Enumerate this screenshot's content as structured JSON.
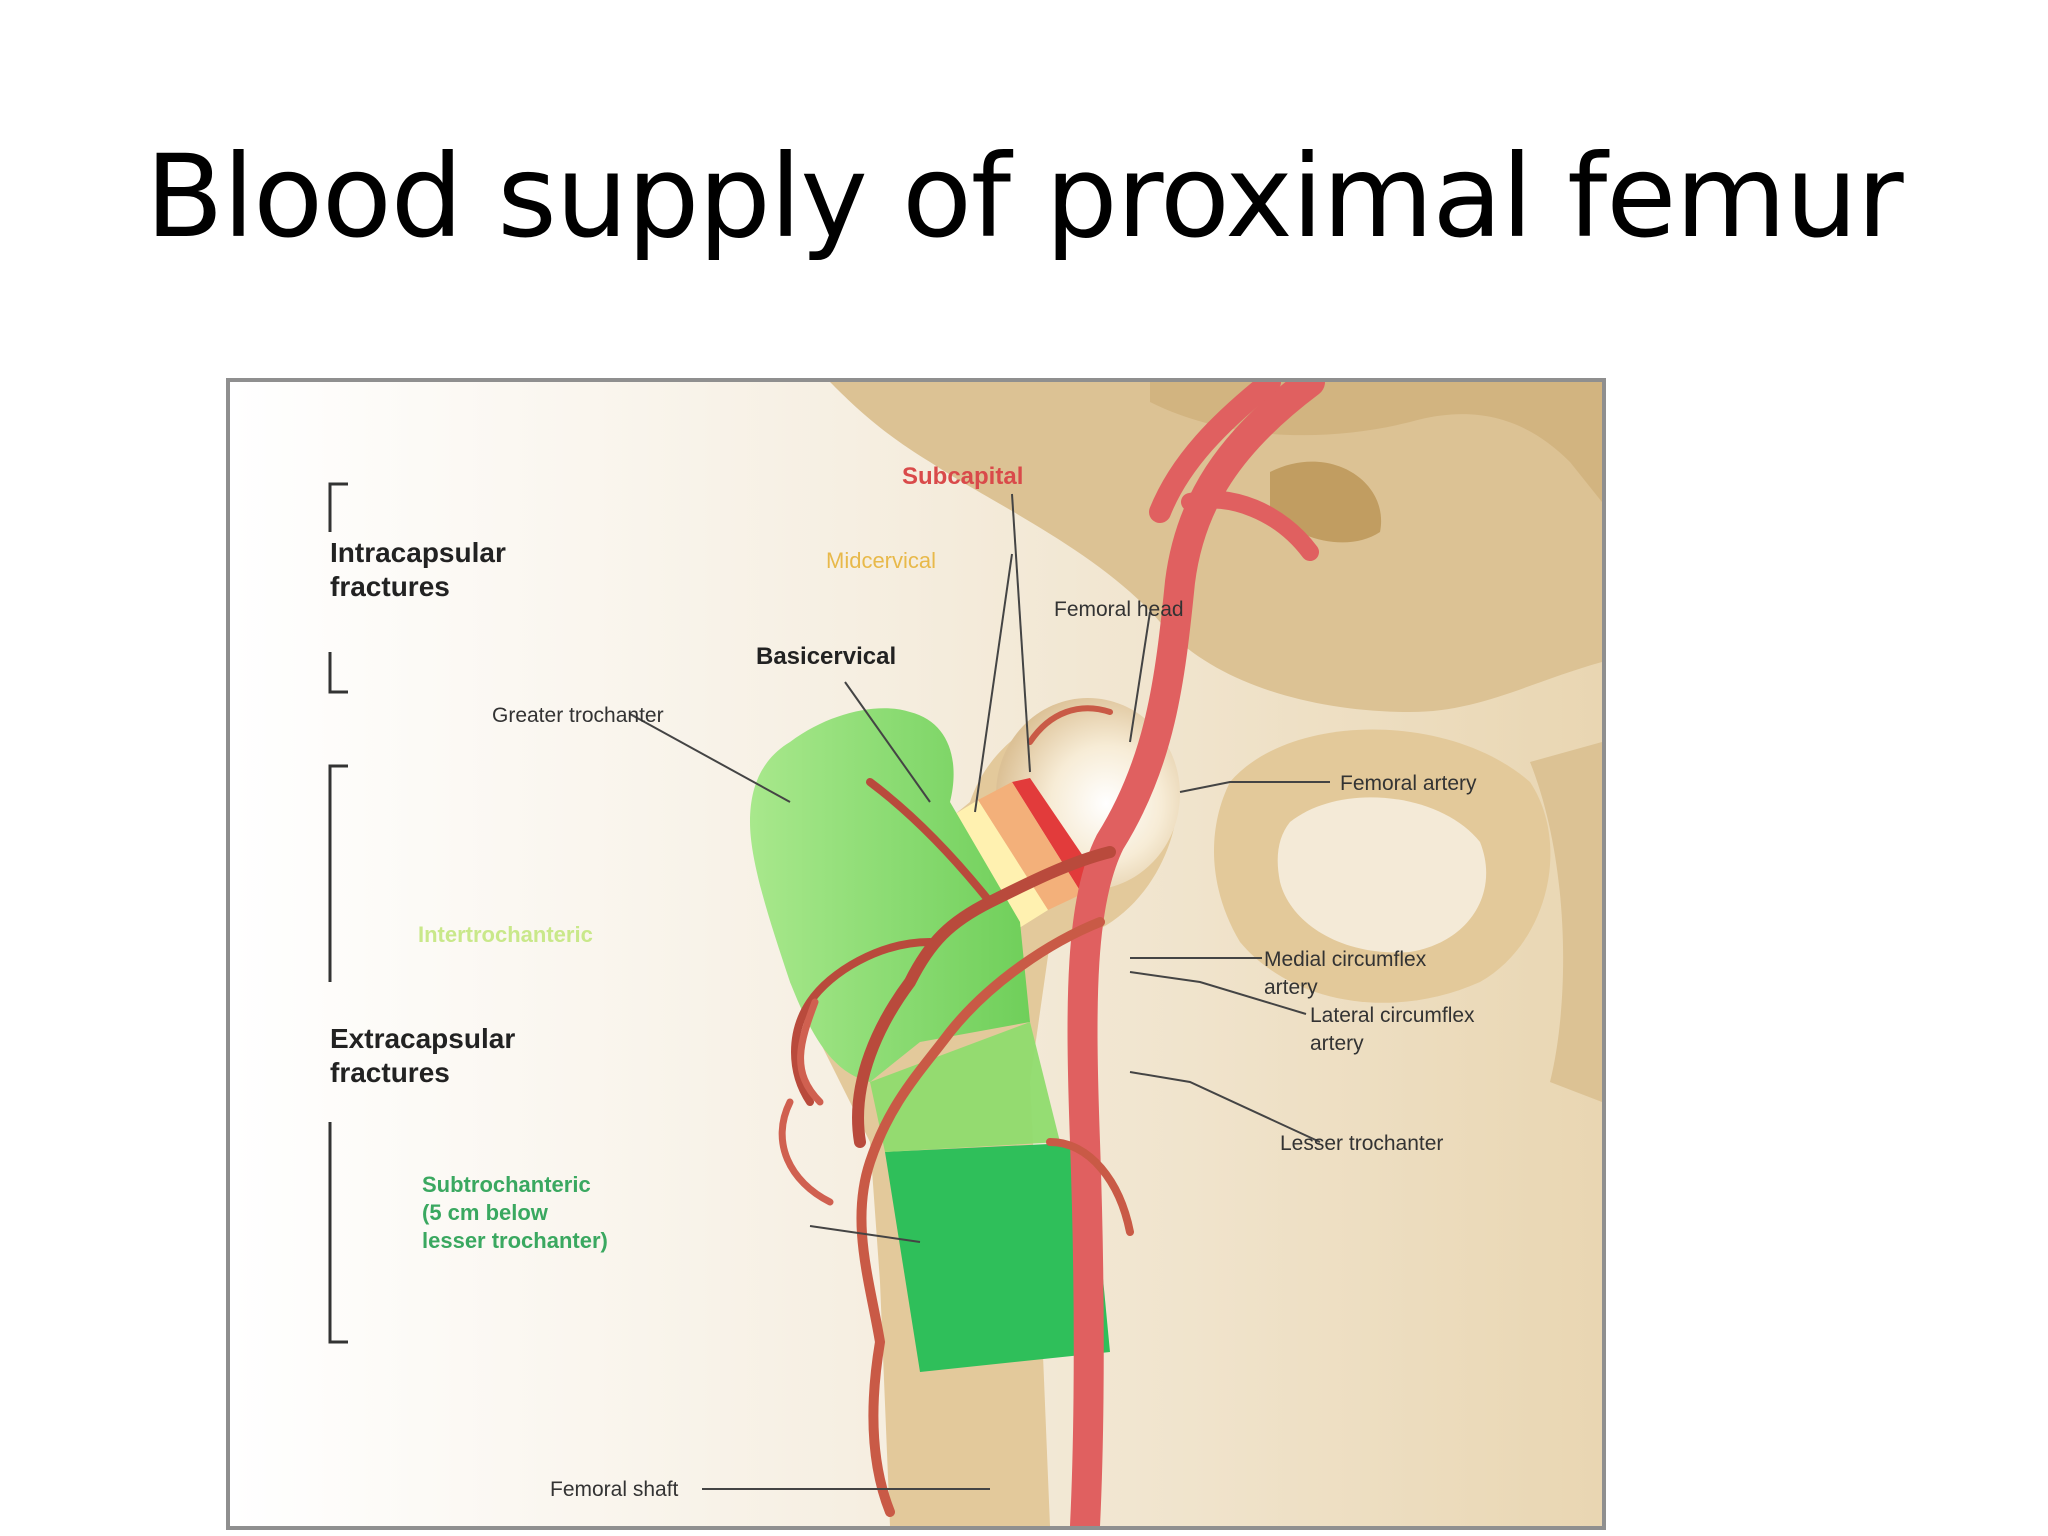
{
  "slide": {
    "title": "Blood supply of proximal femur"
  },
  "figure": {
    "groups": {
      "intracapsular": [
        "Intracapsular",
        "fractures"
      ],
      "extracapsular": [
        "Extracapsular",
        "fractures"
      ]
    },
    "fracture_levels": {
      "subcapital": "Subcapital",
      "midcervical": "Midcervical",
      "basicervical": "Basicervical",
      "intertrochanteric": "Intertrochanteric",
      "subtrochanteric": [
        "Subtrochanteric",
        "(5 cm below",
        "lesser trochanter)"
      ]
    },
    "anatomy": {
      "femoral_head": "Femoral head",
      "greater_trochanter": "Greater trochanter",
      "femoral_artery": "Femoral artery",
      "medial_circumflex": [
        "Medial circumflex",
        "artery"
      ],
      "lateral_circumflex": [
        "Lateral circumflex",
        "artery"
      ],
      "lesser_trochanter": "Lesser trochanter",
      "femoral_shaft": "Femoral shaft"
    },
    "colors": {
      "bone": "#e8d2a9",
      "bone_dark": "#c9a66b",
      "artery": "#e06060",
      "artery_dark": "#b94a3c",
      "green_light": "#8fdc6e",
      "green_dark": "#3dbf62",
      "subcapital": "#e23b3b",
      "midcervical": "#f3b07a",
      "basicervical": "#fff1b0",
      "label_red": "#d94a4a",
      "label_yellow": "#e8b94a",
      "label_green": "#3aa860",
      "label_lightgreen": "#c9e88a"
    }
  }
}
